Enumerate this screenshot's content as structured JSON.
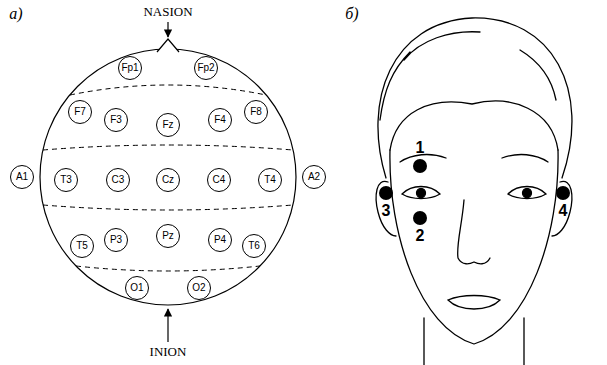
{
  "diagram": {
    "nodes": [
      {
        "text": [
          "Fp1"
        ]
      },
      {
        "text": [
          "Fp2"
        ]
      },
      {
        "text": [
          "F7"
        ]
      },
      {
        "text": [
          "F3"
        ]
      },
      {
        "text": [
          "Fz"
        ]
      },
      {
        "text": [
          "F4"
        ]
      },
      {
        "text": [
          "F8"
        ]
      },
      {
        "text": [
          "A1"
        ]
      },
      {
        "text": [
          "T3"
        ]
      },
      {
        "text": [
          "C3"
        ]
      },
      {
        "text": [
          "Cz"
        ]
      },
      {
        "text": [
          "C4"
        ]
      },
      {
        "text": [
          "T4"
        ]
      },
      {
        "text": [
          "A2"
        ]
      },
      {
        "text": [
          "T5"
        ]
      },
      {
        "text": [
          "P3"
        ]
      },
      {
        "text": [
          "Pz"
        ]
      },
      {
        "text": [
          "P4"
        ]
      },
      {
        "text": [
          "T6"
        ]
      },
      {
        "text": [
          "O1"
        ]
      },
      {
        "text": [
          "O2"
        ]
      }
    ],
    "labels": [
      "а)",
      "б)",
      "NASION",
      "INION",
      "1",
      "2",
      "3",
      "4"
    ]
  }
}
